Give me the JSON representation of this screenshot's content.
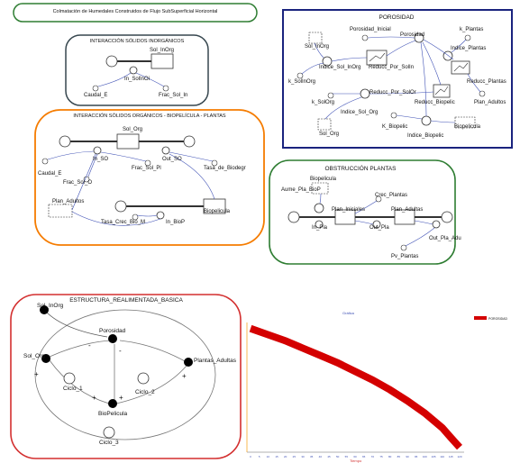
{
  "title": "Colmatación de Humedales Construidos de Flujo SubSuperficial Horizontal",
  "inorganic": {
    "title": "INTERACCIÓN SÓLIDOS INORGÁNICOS",
    "labels": {
      "sol_inorg": "Sol_InOrg",
      "in_solinoi": "In_SolInOi",
      "caudal": "Caudal_E",
      "frac": "Frac_Sol_In"
    }
  },
  "organic": {
    "title": "INTERACCIÓN SÓLIDOS ORGÁNICOS - BIOPELÍCULA - PLANTAS",
    "labels": {
      "sol_org": "Sol_Org",
      "in_so": "In_SO",
      "out_so": "Out_SO",
      "caudal": "Caudal_E",
      "frac_sol_o": "Frac_Sol_O",
      "frac_sol_pl": "Frac_Sol_Pl",
      "tasa_biodeg": "Tasa_de_Biodegr",
      "plan_adultos": "Plan_Adultos",
      "tasa_crec": "Tasa_Crec_Bio_M",
      "in_biop": "In_BioP",
      "biopelicula": "Biopelicula"
    }
  },
  "porosidad": {
    "title": "POROSIDAD",
    "labels": {
      "porosidad_inicial": "Porosidad_Inicial",
      "porosidad": "Porosidad",
      "k_plantas": "k_Plantas",
      "sol_inorg": "Sol_InOrg",
      "indice_sol_inorg": "Indice_Sol_InOrg",
      "reducc_por_solin": "Reducc_Por_SolIn",
      "indice_plantas": "Indice_Plantas",
      "k_solinorg": "k_SolInOrg",
      "reducc_por_solor": "Reducc_Por_SolOr",
      "reducc_plantas": "Reducc_Plantas",
      "k_solorg": "k_SolOrg",
      "indice_sol_org": "Indice_Sol_Org",
      "reducc_biopelic": "Reducc_Biopelic",
      "plan_adultos": "Plan_Adultos",
      "sol_org": "Sol_Org",
      "k_biopelic": "K_Biopelic",
      "indice_biopelic": "Indice_Biopelic",
      "biopelicula": "Biopelicula"
    }
  },
  "obstruccion": {
    "title": "OBSTRUCCIÓN PLANTAS",
    "labels": {
      "biopelicula": "Biopelicula",
      "crec_plantas": "Crec_Plantas",
      "aume_pla_biop": "Aume_Pla_BioP",
      "plan_iniciales": "Plan_Iniciales",
      "plan_adultas": "Plan_Adultas",
      "in_pla": "In_Pla",
      "out_pla": "Out_Pla",
      "out_pla_adu": "Out_Pla_Adu",
      "pv_plantas": "Pv_Plantas"
    }
  },
  "estructura": {
    "title": "ESTRUCTURA_REALIMENTADA_BASICA",
    "labels": {
      "sol_inorg": "Sol_InOrg",
      "porosidad": "Porosidad",
      "sol_org": "Sol_Org",
      "plantas_adultas": "Plantas_Adultas",
      "biopelicula": "BioPelicula",
      "ciclo_1": "Ciclo_1",
      "ciclo_2": "Ciclo_2",
      "ciclo_3": "Ciclo_3",
      "plus": "+",
      "minus": "-"
    }
  },
  "graph": {
    "title": "Gráfica",
    "legend": "POROSIDAD",
    "xlabel": "Tiempo"
  },
  "chart_data": {
    "type": "line",
    "title": "Gráfica",
    "xlabel": "Tiempo",
    "ylabel": "",
    "x_ticks": [
      "0",
      "5",
      "10",
      "15",
      "20",
      "25",
      "30",
      "35",
      "40",
      "45",
      "50",
      "55",
      "60",
      "65",
      "70",
      "75",
      "80",
      "85",
      "90",
      "95",
      "100",
      "105",
      "110",
      "115",
      "120"
    ],
    "xlim": [
      0,
      120
    ],
    "series": [
      {
        "name": "POROSIDAD",
        "color": "#d40000",
        "x": [
          0,
          10,
          20,
          30,
          40,
          50,
          60,
          70,
          80,
          90,
          100,
          110,
          115,
          120
        ],
        "y": [
          0.98,
          0.93,
          0.88,
          0.82,
          0.76,
          0.7,
          0.63,
          0.56,
          0.48,
          0.39,
          0.29,
          0.17,
          0.09,
          0.01
        ]
      }
    ],
    "ylim": [
      0,
      1
    ]
  }
}
